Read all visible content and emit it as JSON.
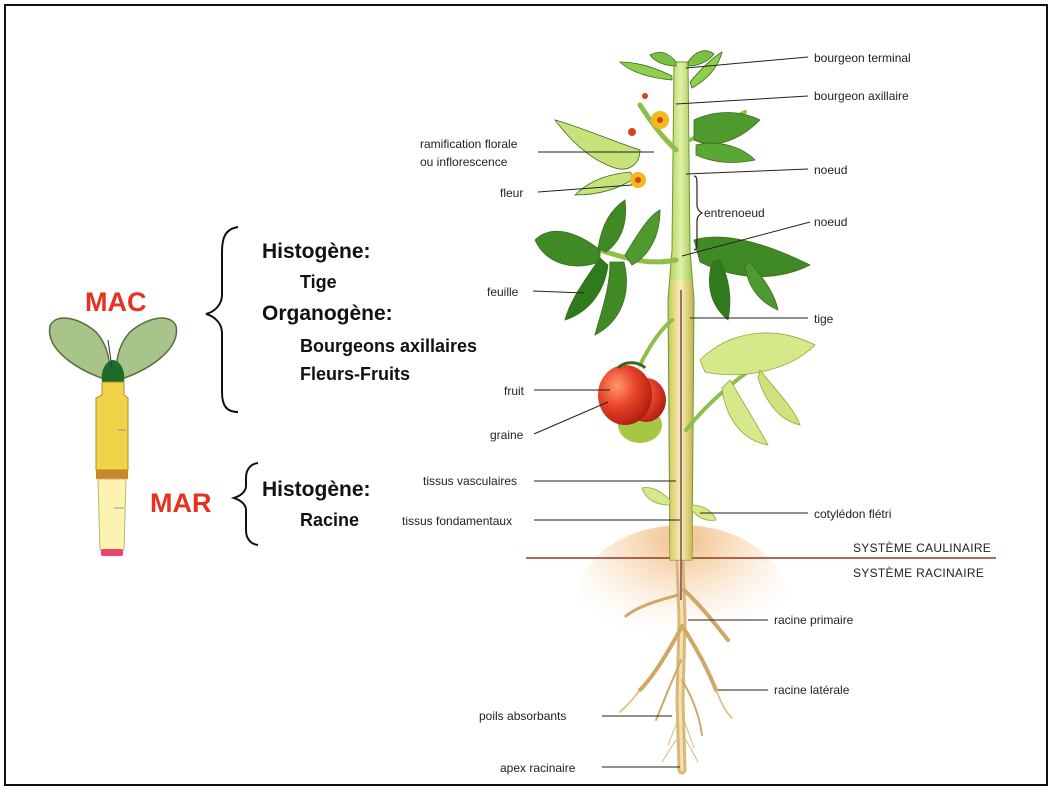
{
  "left": {
    "mac": "MAC",
    "mar": "MAR",
    "histogene_1": "Histogène:",
    "tige": "Tige",
    "organogene": "Organogène:",
    "bourgeons": "Bourgeons axillaires",
    "fleurs": "Fleurs-Fruits",
    "histogene_2": "Histogène:",
    "racine": "Racine"
  },
  "labels": {
    "bourgeon_terminal": "bourgeon terminal",
    "bourgeon_axillaire": "bourgeon axillaire",
    "ramification_1": "ramification florale",
    "ramification_2": "ou inflorescence",
    "noeud_1": "noeud",
    "fleur": "fleur",
    "entrenoeud": "entrenoeud",
    "noeud_2": "noeud",
    "feuille": "feuille",
    "tige": "tige",
    "fruit": "fruit",
    "graine": "graine",
    "tissus_vasculaires": "tissus vasculaires",
    "tissus_fondamentaux": "tissus fondamentaux",
    "cotyledon": "cotylédon flétri",
    "systeme_caulinaire": "SYSTÈME CAULINAIRE",
    "systeme_racinaire": "SYSTÈME RACINAIRE",
    "racine_primaire": "racine primaire",
    "racine_laterale": "racine latérale",
    "poils": "poils absorbants",
    "apex": "apex racinaire"
  },
  "colors": {
    "accent_red": "#e8321e",
    "stem": "#c9e58a",
    "leaf": "#6aa83a",
    "fruit": "#e2412a",
    "root": "#d7b878"
  }
}
